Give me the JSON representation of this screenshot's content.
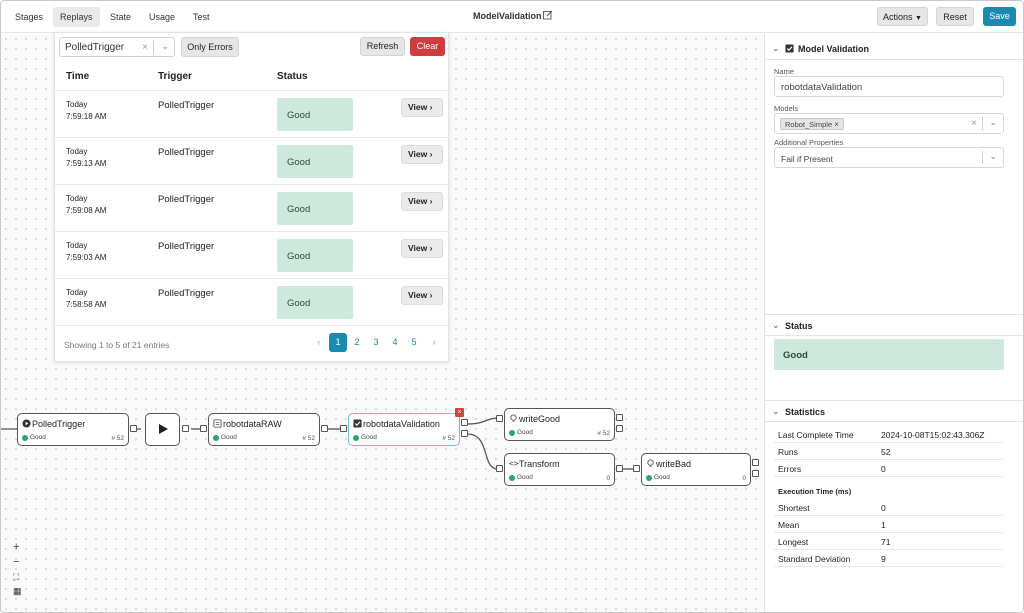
{
  "topbar": {
    "tabs": [
      {
        "label": "Stages",
        "active": false
      },
      {
        "label": "Replays",
        "active": true
      },
      {
        "label": "State",
        "active": false
      },
      {
        "label": "Usage",
        "active": false
      },
      {
        "label": "Test",
        "active": false
      }
    ],
    "title": "ModelValidation",
    "actions_label": "Actions",
    "reset_label": "Reset",
    "save_label": "Save"
  },
  "replays": {
    "filter_value": "PolledTrigger",
    "only_errors_label": "Only Errors",
    "refresh_label": "Refresh",
    "clear_label": "Clear",
    "columns": [
      "Time",
      "Trigger",
      "Status"
    ],
    "rows": [
      {
        "day": "Today",
        "time": "7:59:18 AM",
        "trigger": "PolledTrigger",
        "status": "Good",
        "action": "View"
      },
      {
        "day": "Today",
        "time": "7:59:13 AM",
        "trigger": "PolledTrigger",
        "status": "Good",
        "action": "View"
      },
      {
        "day": "Today",
        "time": "7:59:08 AM",
        "trigger": "PolledTrigger",
        "status": "Good",
        "action": "View"
      },
      {
        "day": "Today",
        "time": "7:59:03 AM",
        "trigger": "PolledTrigger",
        "status": "Good",
        "action": "View"
      },
      {
        "day": "Today",
        "time": "7:58:58 AM",
        "trigger": "PolledTrigger",
        "status": "Good",
        "action": "View"
      }
    ],
    "pagination_text": "Showing 1 to 5 of 21 entries",
    "pages": [
      "1",
      "2",
      "3",
      "4",
      "5"
    ],
    "current_page": "1"
  },
  "flow": {
    "nodes": {
      "polled": {
        "name": "PolledTrigger",
        "status": "Good",
        "count": "# 52"
      },
      "raw": {
        "name": "robotdataRAW",
        "status": "Good",
        "count": "# 52"
      },
      "validation": {
        "name": "robotdataValidation",
        "status": "Good",
        "count": "# 52"
      },
      "writegood": {
        "name": "writeGood",
        "status": "Good",
        "count": "# 52"
      },
      "transform": {
        "name": "Transform",
        "status": "Good",
        "count": "0"
      },
      "writebad": {
        "name": "writeBad",
        "status": "Good",
        "count": "0"
      }
    },
    "status_color": "#29a56b",
    "selected_color": "#6ec1cf"
  },
  "zoom": {
    "in": "+",
    "out": "−",
    "fit": "⛶",
    "map": "▦"
  },
  "panel": {
    "model_section": "Model Validation",
    "name_label": "Name",
    "name_value": "robotdataValidation",
    "models_label": "Models",
    "model_chip": "Robot_Simple",
    "additional_label": "Additional Properties",
    "additional_value": "Fail if Present",
    "status_section": "Status",
    "status_value": "Good",
    "stats_section": "Statistics",
    "stats": [
      {
        "k": "Last Complete Time",
        "v": "2024-10-08T15:02:43.306Z"
      },
      {
        "k": "Runs",
        "v": "52"
      },
      {
        "k": "Errors",
        "v": "0"
      }
    ],
    "exec_label": "Execution Time (ms)",
    "exec": [
      {
        "k": "Shortest",
        "v": "0"
      },
      {
        "k": "Mean",
        "v": "1"
      },
      {
        "k": "Longest",
        "v": "71"
      },
      {
        "k": "Standard Deviation",
        "v": "9"
      }
    ]
  }
}
